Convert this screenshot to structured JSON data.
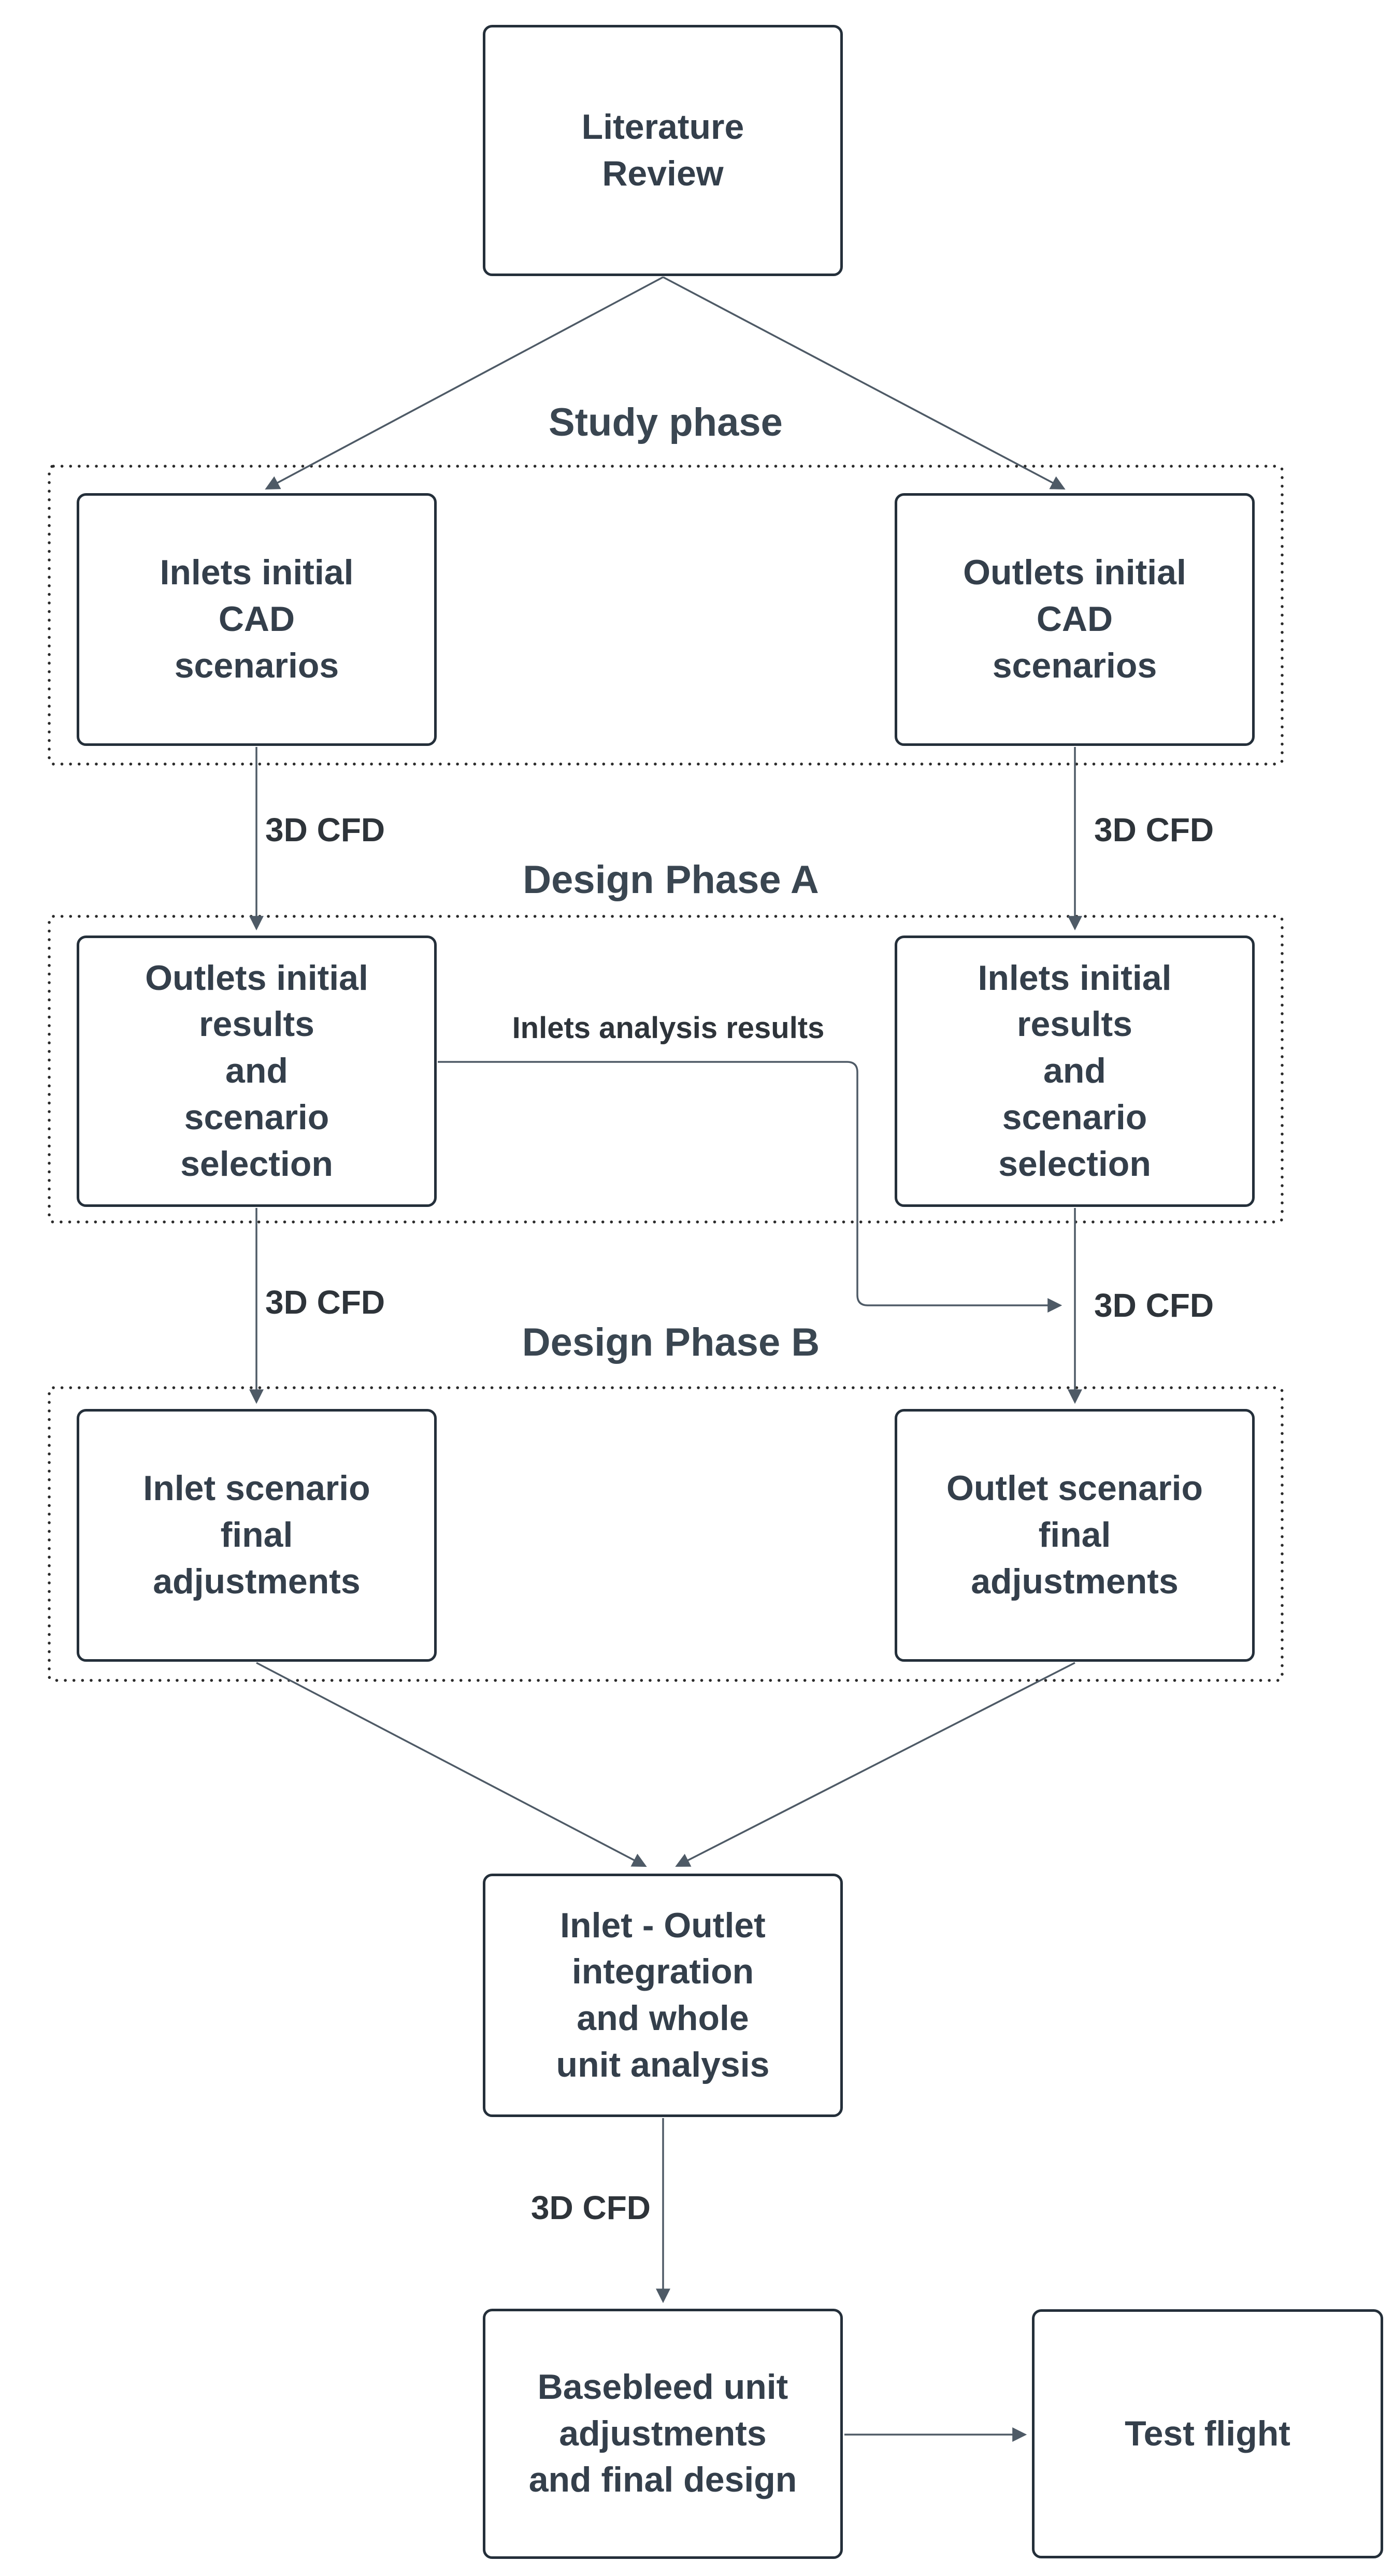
{
  "colors": {
    "background": "#ffffff",
    "node_border": "#242f3a",
    "node_text": "#343f4b",
    "heading_text": "#3a4651",
    "label_text": "#2e343a",
    "connector": "#4e5a66",
    "group_dots": "#2a2a2a"
  },
  "nodes": {
    "literature_review": {
      "label": "Literature\nReview"
    },
    "inlets_initial_cad": {
      "label": "Inlets initial\nCAD\nscenarios"
    },
    "outlets_initial_cad": {
      "label": "Outlets initial\nCAD\nscenarios"
    },
    "outlets_initial_results": {
      "label": "Outlets initial\nresults\nand\nscenario\nselection"
    },
    "inlets_initial_results": {
      "label": "Inlets initial\nresults\nand\nscenario\nselection"
    },
    "inlet_scenario_final": {
      "label": "Inlet scenario\nfinal\nadjustments"
    },
    "outlet_scenario_final": {
      "label": "Outlet scenario\nfinal\nadjustments"
    },
    "integration": {
      "label": "Inlet - Outlet\nintegration\nand whole\nunit analysis"
    },
    "basebleed": {
      "label": "Basebleed unit\nadjustments\nand final design"
    },
    "test_flight": {
      "label": "Test flight"
    }
  },
  "groups": {
    "study_phase": {
      "title": "Study phase"
    },
    "design_phase_a": {
      "title": "Design Phase A"
    },
    "design_phase_b": {
      "title": "Design Phase B"
    }
  },
  "edge_labels": {
    "study_to_a_left": "3D CFD",
    "study_to_a_right": "3D CFD",
    "a_to_b_left": "3D CFD",
    "a_to_b_right": "3D CFD",
    "integration_to_basebleed": "3D CFD",
    "inlets_analysis": "Inlets analysis results"
  }
}
